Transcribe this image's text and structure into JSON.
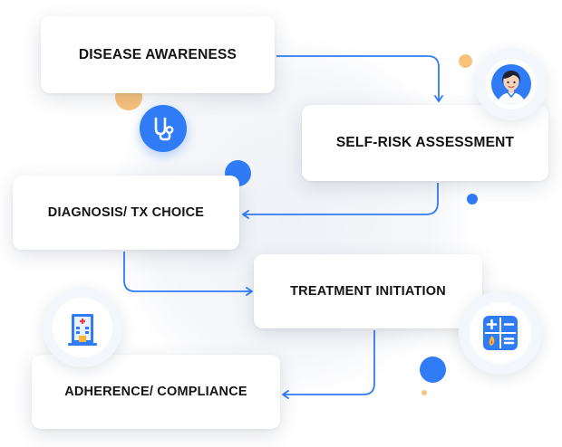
{
  "steps": [
    "DISEASE AWARENESS",
    "SELF-RISK ASSESSMENT",
    "DIAGNOSIS/ TX CHOICE",
    "TREATMENT INITIATION",
    "ADHERENCE/ COMPLIANCE"
  ],
  "colors": {
    "blue": "#2f7cf6",
    "orange": "#f9c27b",
    "text": "#141414",
    "card": "#ffffff"
  },
  "icons": {
    "stethoscope": "stethoscope-icon",
    "doctor": "doctor-avatar-icon",
    "hospital": "hospital-icon",
    "calculator": "calculator-icon"
  }
}
